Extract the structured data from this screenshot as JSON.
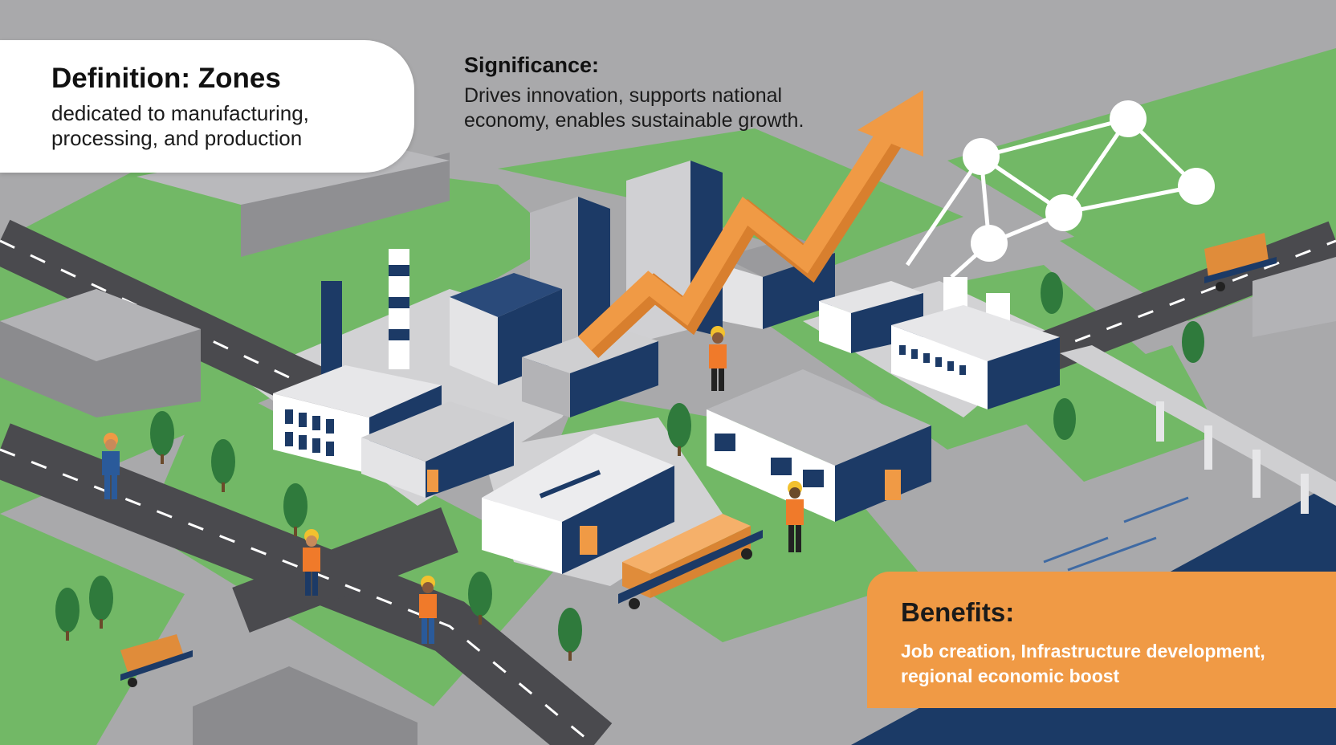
{
  "definition": {
    "title": "Definition: Zones",
    "text": "dedicated to manufacturing, processing, and production"
  },
  "significance": {
    "title": "Significance:",
    "text": "Drives innovation, supports national economy, enables sustainable growth."
  },
  "benefits": {
    "title": "Benefits:",
    "text": "Job creation, Infrastructure development, regional economic boost"
  },
  "colors": {
    "background": "#a9a9ab",
    "grass": "#72b866",
    "road": "#4a4a4e",
    "navy": "#1c3a66",
    "orange": "#f09a45",
    "water": "#1b3a66"
  },
  "icons": [
    "growth-arrow-icon",
    "network-graph-icon",
    "worker-icon",
    "truck-icon",
    "factory-icon",
    "tree-icon"
  ]
}
